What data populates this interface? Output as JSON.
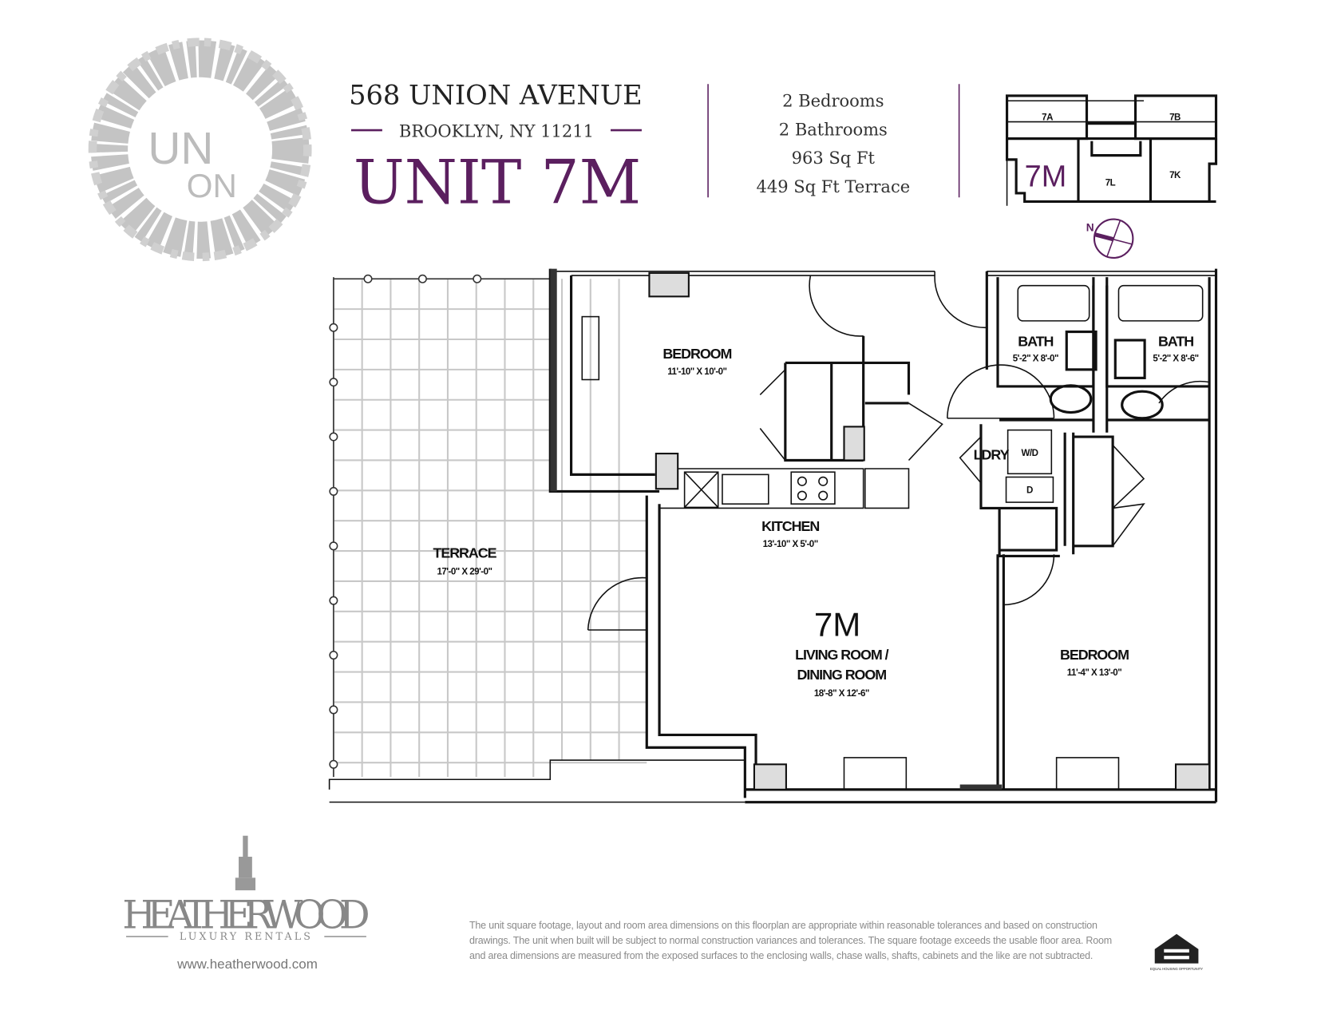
{
  "header": {
    "logo_text": "UNION",
    "address": "568 UNION AVENUE",
    "city": "BROOKLYN, NY 11211",
    "unit_title": "UNIT 7M",
    "accent_color": "#5b1f5f"
  },
  "details": [
    "2 Bedrooms",
    "2 Bathrooms",
    "963 Sq Ft",
    "449 Sq Ft Terrace"
  ],
  "key_plan": {
    "units": [
      "7A",
      "7B",
      "7M",
      "7L",
      "7K"
    ],
    "highlighted": "7M",
    "compass_label": "N"
  },
  "floorplan": {
    "unit_label": "7M",
    "rooms": [
      {
        "name": "BEDROOM",
        "dims": "11'-10\" X 10'-0\""
      },
      {
        "name": "BATH",
        "dims": "5'-2\" X 8'-0\""
      },
      {
        "name": "BATH",
        "dims": "5'-2\" X 8'-6\""
      },
      {
        "name": "LDRY",
        "dims": ""
      },
      {
        "name": "KITCHEN",
        "dims": "13'-10\" X 5'-0\""
      },
      {
        "name": "TERRACE",
        "dims": "17'-0\" X 29'-0\""
      },
      {
        "name": "LIVING ROOM /",
        "name2": "DINING ROOM",
        "dims": "18'-8\" X 12'-6\""
      },
      {
        "name": "BEDROOM",
        "dims": "11'-4\" X 13'-0\""
      }
    ],
    "appliance_labels": [
      "W/D",
      "D"
    ]
  },
  "footer": {
    "brand": "HEATHERWOOD",
    "brand_sub": "LUXURY RENTALS",
    "url": "www.heatherwood.com",
    "disclaimer": "The unit square footage, layout and room area dimensions on this floorplan are appropriate within reasonable tolerances and based on construction drawings. The unit when built will be subject to normal construction variances and tolerances. The square footage exceeds the usable floor area. Room and area dimensions are measured from the exposed surfaces to the enclosing walls, chase walls, shafts, cabinets and the like are not subtracted.",
    "equal_housing": "EQUAL HOUSING OPPORTUNITY"
  }
}
